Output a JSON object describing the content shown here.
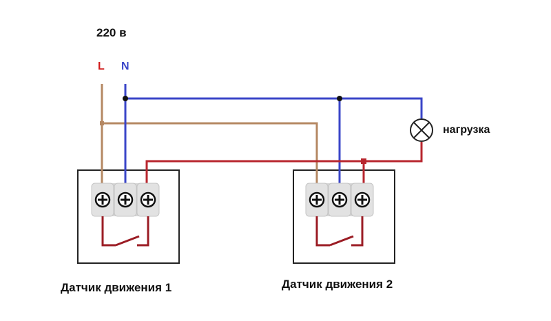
{
  "supply": {
    "voltage": "220 в",
    "phase": "L",
    "neutral": "N"
  },
  "load": {
    "label": "нагрузка"
  },
  "sensors": [
    {
      "label": "Датчик движения 1"
    },
    {
      "label": "Датчик движения 2"
    }
  ],
  "colors": {
    "phase_wire": "#b58863",
    "neutral_wire": "#3a45c8",
    "switched_wire": "#b8262e",
    "phase_text": "#d11a1a",
    "neutral_text": "#3a45c8",
    "sensor_frame": "#222222",
    "terminal": "#d6d6d6"
  }
}
